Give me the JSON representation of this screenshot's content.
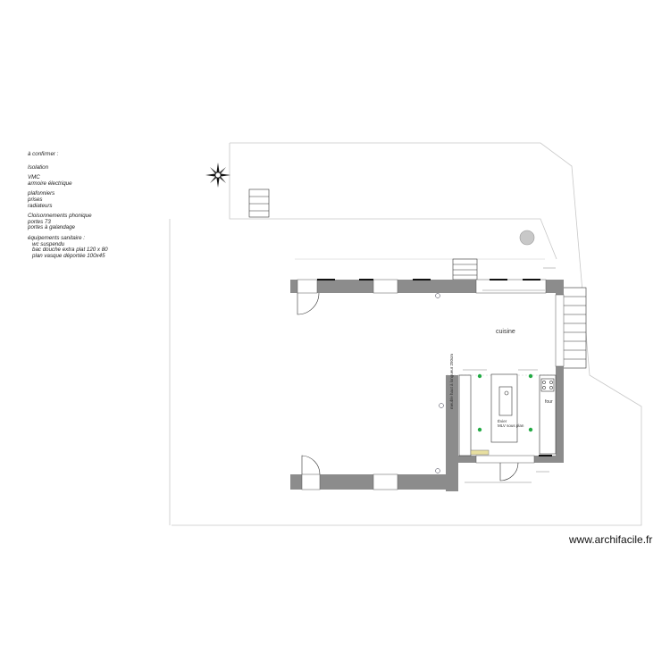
{
  "notes": {
    "title": "à confirmer :",
    "groups": [
      {
        "lines": [
          "Isolation"
        ]
      },
      {
        "lines": [
          "VMC",
          "armoire électrique"
        ]
      },
      {
        "lines": [
          "plafonniers",
          "prises",
          "radiateurs"
        ]
      },
      {
        "lines": [
          "Cloisonnements phonique",
          "portes 73",
          "portes à galandage"
        ]
      },
      {
        "lines": [
          "équipements sanitaire :"
        ],
        "sub": [
          "wc suspendu",
          "bac douche extra plat 120 x 80",
          "plan vasque déportée 100x45"
        ]
      }
    ]
  },
  "rooms": {
    "kitchen": "cuisine",
    "oven": "four",
    "island": "Évier\nMLV sous plan",
    "cabinet": "meuble haut à longueur 250cm"
  },
  "watermark": "www.archifacile.fr",
  "colors": {
    "wall": "#8c8c8c",
    "terrain_line": "#c8c8c8",
    "outlet": "#22aa44",
    "window": "#111111"
  }
}
